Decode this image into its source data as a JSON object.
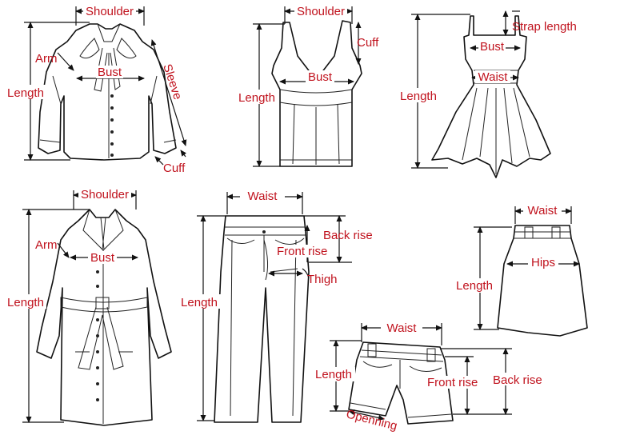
{
  "labels": {
    "blouse": {
      "shoulder": "Shoulder",
      "arm": "Arm",
      "bust": "Bust",
      "length": "Length",
      "sleeve": "Sleeve",
      "cuff": "Cuff"
    },
    "vest": {
      "shoulder": "Shoulder",
      "cuff": "Cuff",
      "bust": "Bust",
      "length": "Length"
    },
    "dress": {
      "strap_length": "Strap length",
      "bust": "Bust",
      "waist": "Waist",
      "length": "Length"
    },
    "coat": {
      "shoulder": "Shoulder",
      "arm": "Arm",
      "bust": "Bust",
      "length": "Length"
    },
    "pants": {
      "waist": "Waist",
      "back_rise": "Back rise",
      "front_rise": "Front rise",
      "thigh": "Thigh",
      "length": "Length"
    },
    "skirt": {
      "waist": "Waist",
      "hips": "Hips",
      "length": "Length"
    },
    "shorts": {
      "waist": "Waist",
      "length": "Length",
      "front_rise": "Front rise",
      "back_rise": "Back rise",
      "opening": "Openning"
    }
  },
  "colors": {
    "label": "#c0121d",
    "line": "#111111"
  }
}
